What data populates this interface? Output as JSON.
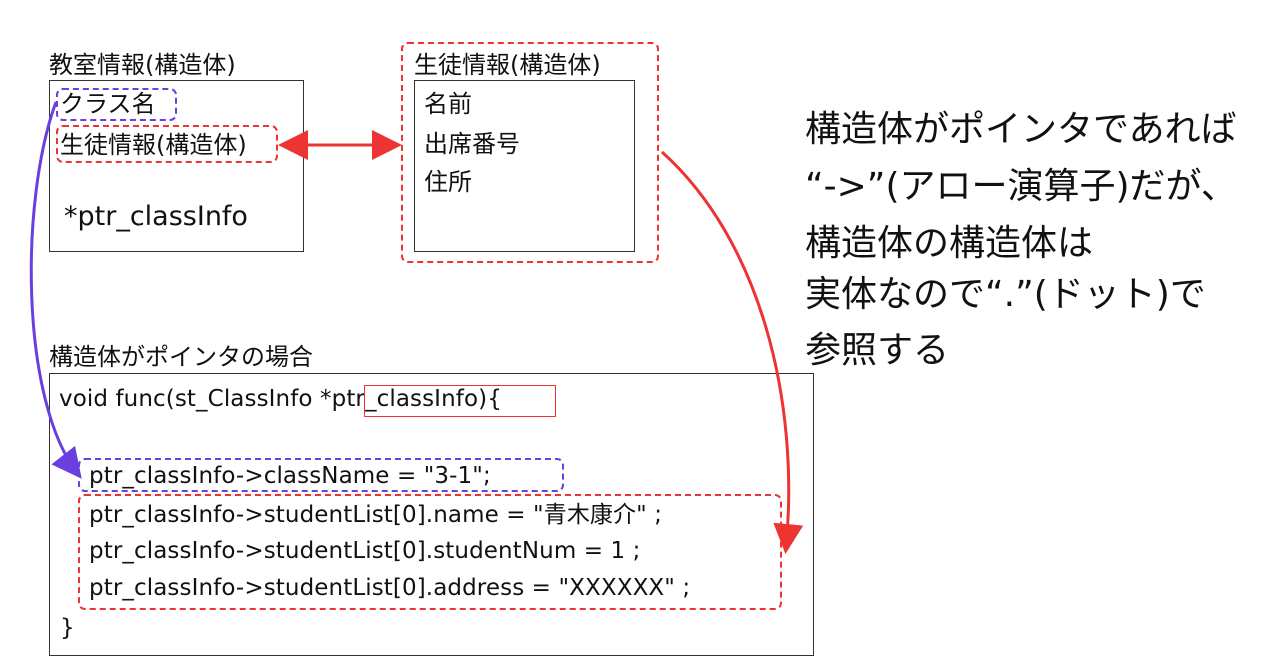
{
  "classroom": {
    "title": "教室情報(構造体)",
    "fields": [
      "クラス名",
      "生徒情報(構造体)",
      "*ptr_classInfo"
    ]
  },
  "student": {
    "title": "生徒情報(構造体)",
    "fields": [
      "名前",
      "出席番号",
      "住所"
    ]
  },
  "explanation": {
    "lines": [
      "構造体がポインタであれば",
      "“->”(アロー演算子)だが、",
      "構造体の構造体は",
      "実体なので“.”(ドット)で",
      "参照する"
    ]
  },
  "code_section": {
    "title": "構造体がポインタの場合",
    "signature_prefix": "void func(st_ClassInfo ",
    "signature_param": "*ptr_classInfo",
    "signature_suffix": "){",
    "line_class_name": "ptr_classInfo->className = \"3-1\";",
    "line_name": "ptr_classInfo->studentList[0].name = \"青木康介\" ;",
    "line_num": "ptr_classInfo->studentList[0].studentNum = 1 ;",
    "line_address": "ptr_classInfo->studentList[0].address = \"XXXXXX\" ;",
    "closing": "}"
  },
  "colors": {
    "red_accent": "#ee3333",
    "purple_accent": "#6a3fe0"
  }
}
